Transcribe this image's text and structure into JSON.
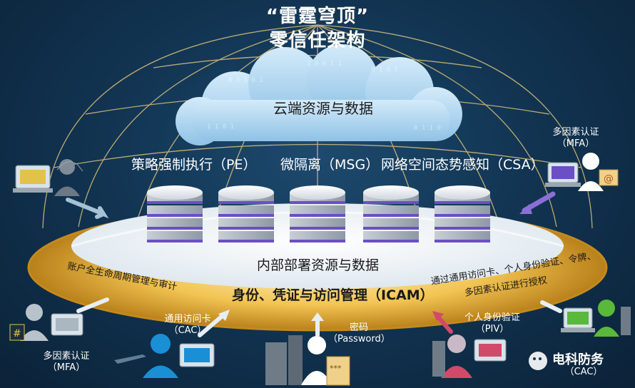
{
  "title": {
    "line1": "“雷霆穹顶”",
    "line2": "零信任架构"
  },
  "cloud_label": "云端资源与数据",
  "capabilities": {
    "pe": "策略强制执行（PE）",
    "msg": "微隔离（MSG）",
    "csa": "网络空间态势感知（CSA）"
  },
  "internal_label": "内部部署资源与数据",
  "ring": {
    "left_text": "账户全生命周期管理与审计",
    "icam": "身份、凭证与访问管理（ICAM）",
    "right_text_line1": "通过通用访问卡、个人身份验证、令牌、",
    "right_text_line2": "多因素认证进行授权"
  },
  "access_methods": {
    "mfa_right": {
      "line1": "多因素认证",
      "line2": "（MFA）"
    },
    "mfa_left": {
      "line1": "多因素认证",
      "line2": "（MFA）"
    },
    "cac_left": {
      "line1": "通用访问卡",
      "line2": "（CAC）"
    },
    "password": {
      "line1": "密码",
      "line2": "（Password）"
    },
    "piv": {
      "line1": "个人身份验证",
      "line2": "（PIV）"
    },
    "cac_right": {
      "line2": "（CAC）"
    }
  },
  "watermark": "电科防务",
  "colors": {
    "background": "#123553",
    "ring_gold": "#e3a92a",
    "dome_line": "#d9c07a",
    "cloud": "#a9d3ee",
    "server_purple": "#6b4fc4",
    "arrow_white": "#e8eef5",
    "arrow_purple": "#8c6fd6"
  }
}
